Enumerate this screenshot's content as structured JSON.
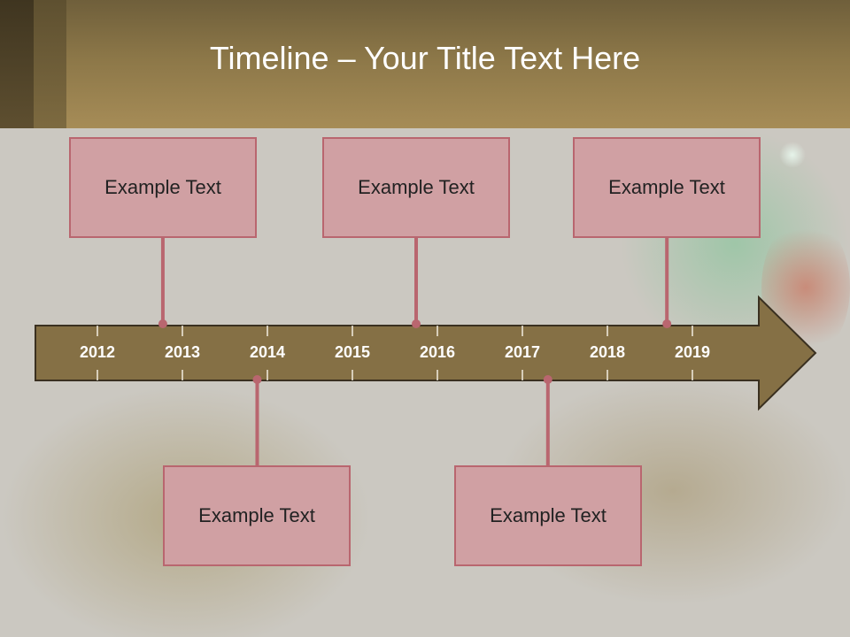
{
  "slide": {
    "title": "Timeline – Your Title Text Here"
  },
  "timeline": {
    "years": [
      "2012",
      "2013",
      "2014",
      "2015",
      "2016",
      "2017",
      "2018",
      "2019"
    ],
    "arrow_color": "#857045",
    "connector_color": "#b9666f",
    "box_fill": "#d0a0a3"
  },
  "events": {
    "top": [
      {
        "label": "Example Text",
        "position": 0.77
      },
      {
        "label": "Example Text",
        "position": 3.75
      },
      {
        "label": "Example Text",
        "position": 6.7
      }
    ],
    "bottom": [
      {
        "label": "Example Text",
        "position": 1.88
      },
      {
        "label": "Example Text",
        "position": 5.3
      }
    ]
  }
}
